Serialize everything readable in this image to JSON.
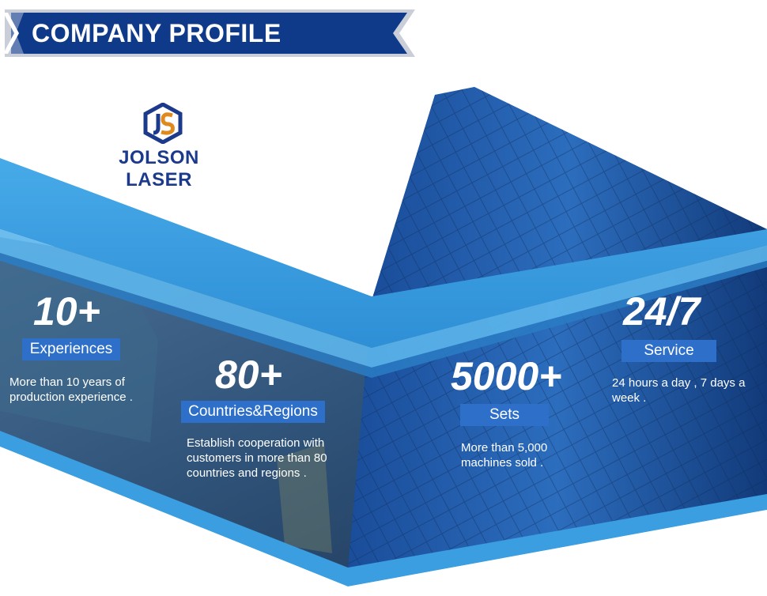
{
  "header": {
    "title": "COMPANY PROFILE"
  },
  "brand": {
    "name": "JOLSON LASER",
    "logo_icon": "hexagon-js-monogram-icon"
  },
  "stats": [
    {
      "value": "10+",
      "label": "Experiences",
      "description": "More than 10 years of production experience ."
    },
    {
      "value": "80+",
      "label": "Countries&Regions",
      "description": "Establish cooperation with customers in more than 80 countries and regions ."
    },
    {
      "value": "5000+",
      "label": "Sets",
      "description": "More than 5,000 machines sold ."
    },
    {
      "value": "24/7",
      "label": "Service",
      "description": "24 hours a day , 7 days a week ."
    }
  ],
  "colors": {
    "banner_blue": "#0f3a8a",
    "ribbon_blue": "#3a9ee0",
    "tag_blue": "#2d6fc9",
    "logo_navy": "#1c3a8c",
    "logo_orange": "#e08a1e"
  }
}
